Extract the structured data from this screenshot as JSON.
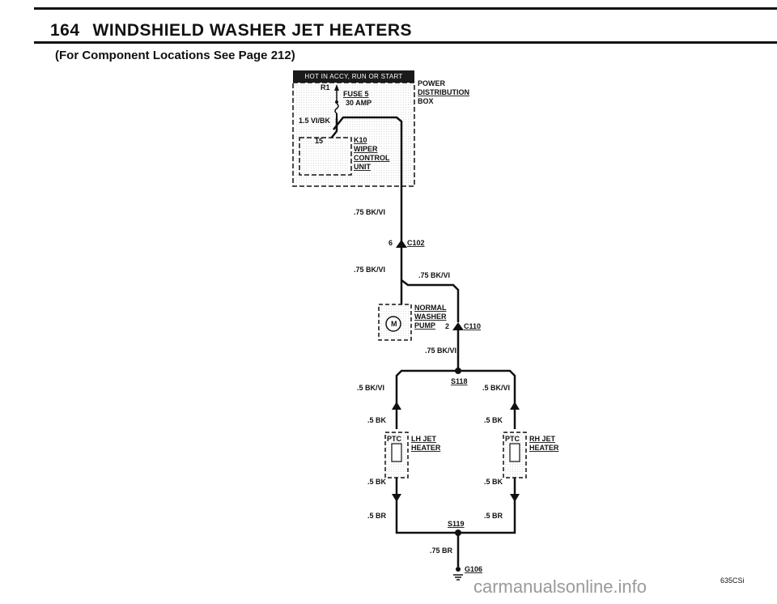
{
  "header": {
    "page_number": "164",
    "title": "WINDSHIELD WASHER JET HEATERS",
    "subtitle": "(For Component Locations See Page 212)"
  },
  "hot_label": "HOT IN ACCY, RUN OR START",
  "distribution_box": {
    "label_lines": [
      "POWER",
      "DISTRIBUTION",
      "BOX"
    ],
    "relay": "R1",
    "fuse_lines": [
      "FUSE 5",
      "30 AMP"
    ],
    "wire_in": "1.5 VI/BK"
  },
  "wiper_control": {
    "pin": "15",
    "label_lines": [
      "K10",
      "WIPER",
      "CONTROL",
      "UNIT"
    ]
  },
  "wires": {
    "w1": ".75 BK/VI",
    "w2": ".75 BK/VI",
    "w3": ".75 BK/VI",
    "w4": ".75 BK/VI",
    "lh_top": ".5 BK/VI",
    "rh_top": ".5 BK/VI",
    "lh_bk_top": ".5 BK",
    "rh_bk_top": ".5 BK",
    "lh_bk_bot": ".5 BK",
    "rh_bk_bot": ".5 BK",
    "lh_br": ".5 BR",
    "rh_br": ".5 BR",
    "ground_wire": ".75 BR"
  },
  "connectors": {
    "c102_pin": "6",
    "c102": "C102",
    "c110_pin": "2",
    "c110": "C110"
  },
  "pump": {
    "motor": "M",
    "label_lines": [
      "NORMAL",
      "WASHER",
      "PUMP"
    ]
  },
  "splices": {
    "s118": "S118",
    "s119": "S119"
  },
  "heaters": {
    "ptc": "PTC",
    "lh_lines": [
      "LH JET",
      "HEATER"
    ],
    "rh_lines": [
      "RH JET",
      "HEATER"
    ]
  },
  "ground": "G106",
  "footer": {
    "model": "635CSi",
    "watermark": "carmanualsonline.info"
  }
}
